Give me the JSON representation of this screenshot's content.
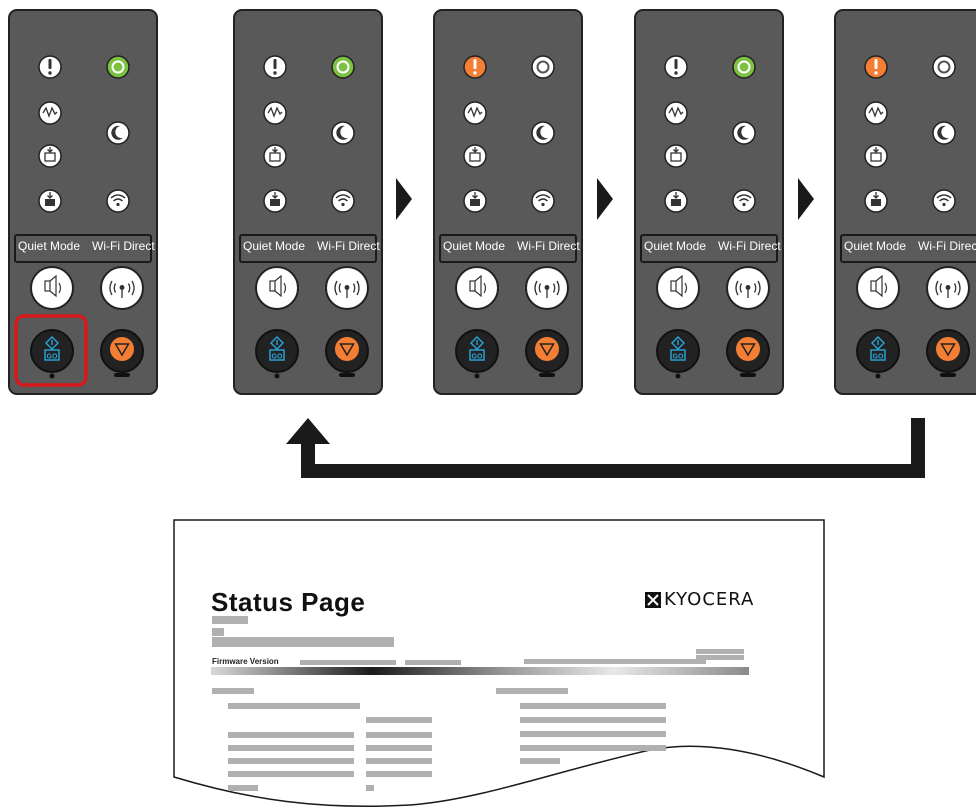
{
  "panel_labels": {
    "quiet_mode": "Quiet Mode",
    "wifi_direct": "Wi-Fi Direct"
  },
  "panels": [
    {
      "name": "initial",
      "attention": "off",
      "ready": "green",
      "go_highlighted": true
    },
    {
      "name": "step-1",
      "attention": "off",
      "ready": "green",
      "go_highlighted": false
    },
    {
      "name": "step-2",
      "attention": "orange",
      "ready": "off",
      "go_highlighted": false
    },
    {
      "name": "step-3",
      "attention": "off",
      "ready": "green",
      "go_highlighted": false
    },
    {
      "name": "step-4",
      "attention": "orange",
      "ready": "off",
      "go_highlighted": false
    }
  ],
  "icons": [
    "attention-icon",
    "ready-icon",
    "data-icon",
    "sleep-icon",
    "toner-icon",
    "wifi-icon",
    "paper-icon",
    "quiet-mode-icon",
    "wifi-direct-icon",
    "go-icon",
    "cancel-icon"
  ],
  "colors": {
    "panel": "#595959",
    "led_green": "#7cc142",
    "led_orange": "#f47f34",
    "go_blue": "#2aa7dd",
    "highlight": "#d7191c"
  },
  "status_page": {
    "title": "Status Page",
    "brand": "KYOCERA",
    "firmware_label": "Firmware Version"
  }
}
